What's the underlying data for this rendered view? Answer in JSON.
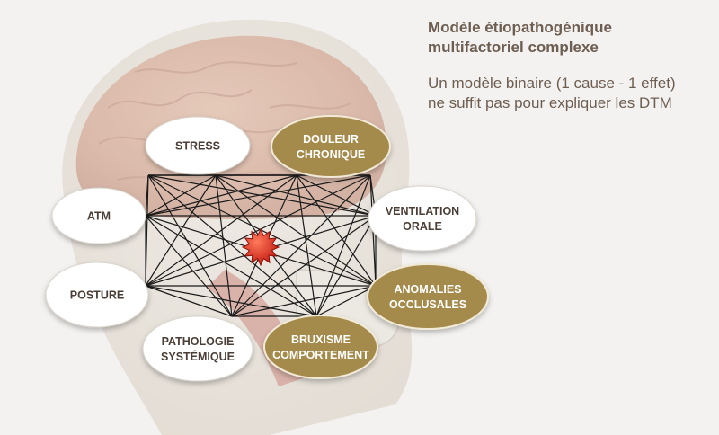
{
  "header": {
    "title_line1": "Modèle étiopathogénique",
    "title_line2": "multifactoriel complexe",
    "subtitle_line1": "Un modèle binaire (1 cause - 1 effet)",
    "subtitle_line2": "ne suffit pas pour expliquer les DTM"
  },
  "nodes": [
    {
      "id": "stress",
      "lines": [
        "STRESS"
      ],
      "style": "white"
    },
    {
      "id": "douleur",
      "lines": [
        "DOULEUR",
        "CHRONIQUE"
      ],
      "style": "gold"
    },
    {
      "id": "atm",
      "lines": [
        "ATM"
      ],
      "style": "white"
    },
    {
      "id": "ventilation",
      "lines": [
        "VENTILATION",
        "ORALE"
      ],
      "style": "white"
    },
    {
      "id": "posture",
      "lines": [
        "POSTURE"
      ],
      "style": "white"
    },
    {
      "id": "anomalies",
      "lines": [
        "ANOMALIES",
        "OCCLUSALES"
      ],
      "style": "gold"
    },
    {
      "id": "pathologie",
      "lines": [
        "PATHOLOGIE",
        "SYSTÉMIQUE"
      ],
      "style": "white"
    },
    {
      "id": "bruxisme",
      "lines": [
        "BRUXISME",
        "COMPORTEMENT"
      ],
      "style": "gold"
    }
  ],
  "colors": {
    "gold_fill": "#a48a4c",
    "white_fill": "#ffffff",
    "white_text": "#4a3e36",
    "gold_text": "#ffffff",
    "network_line": "#1a1a1a",
    "center_star": "#d9261c",
    "title_text": "#6e5e52"
  }
}
